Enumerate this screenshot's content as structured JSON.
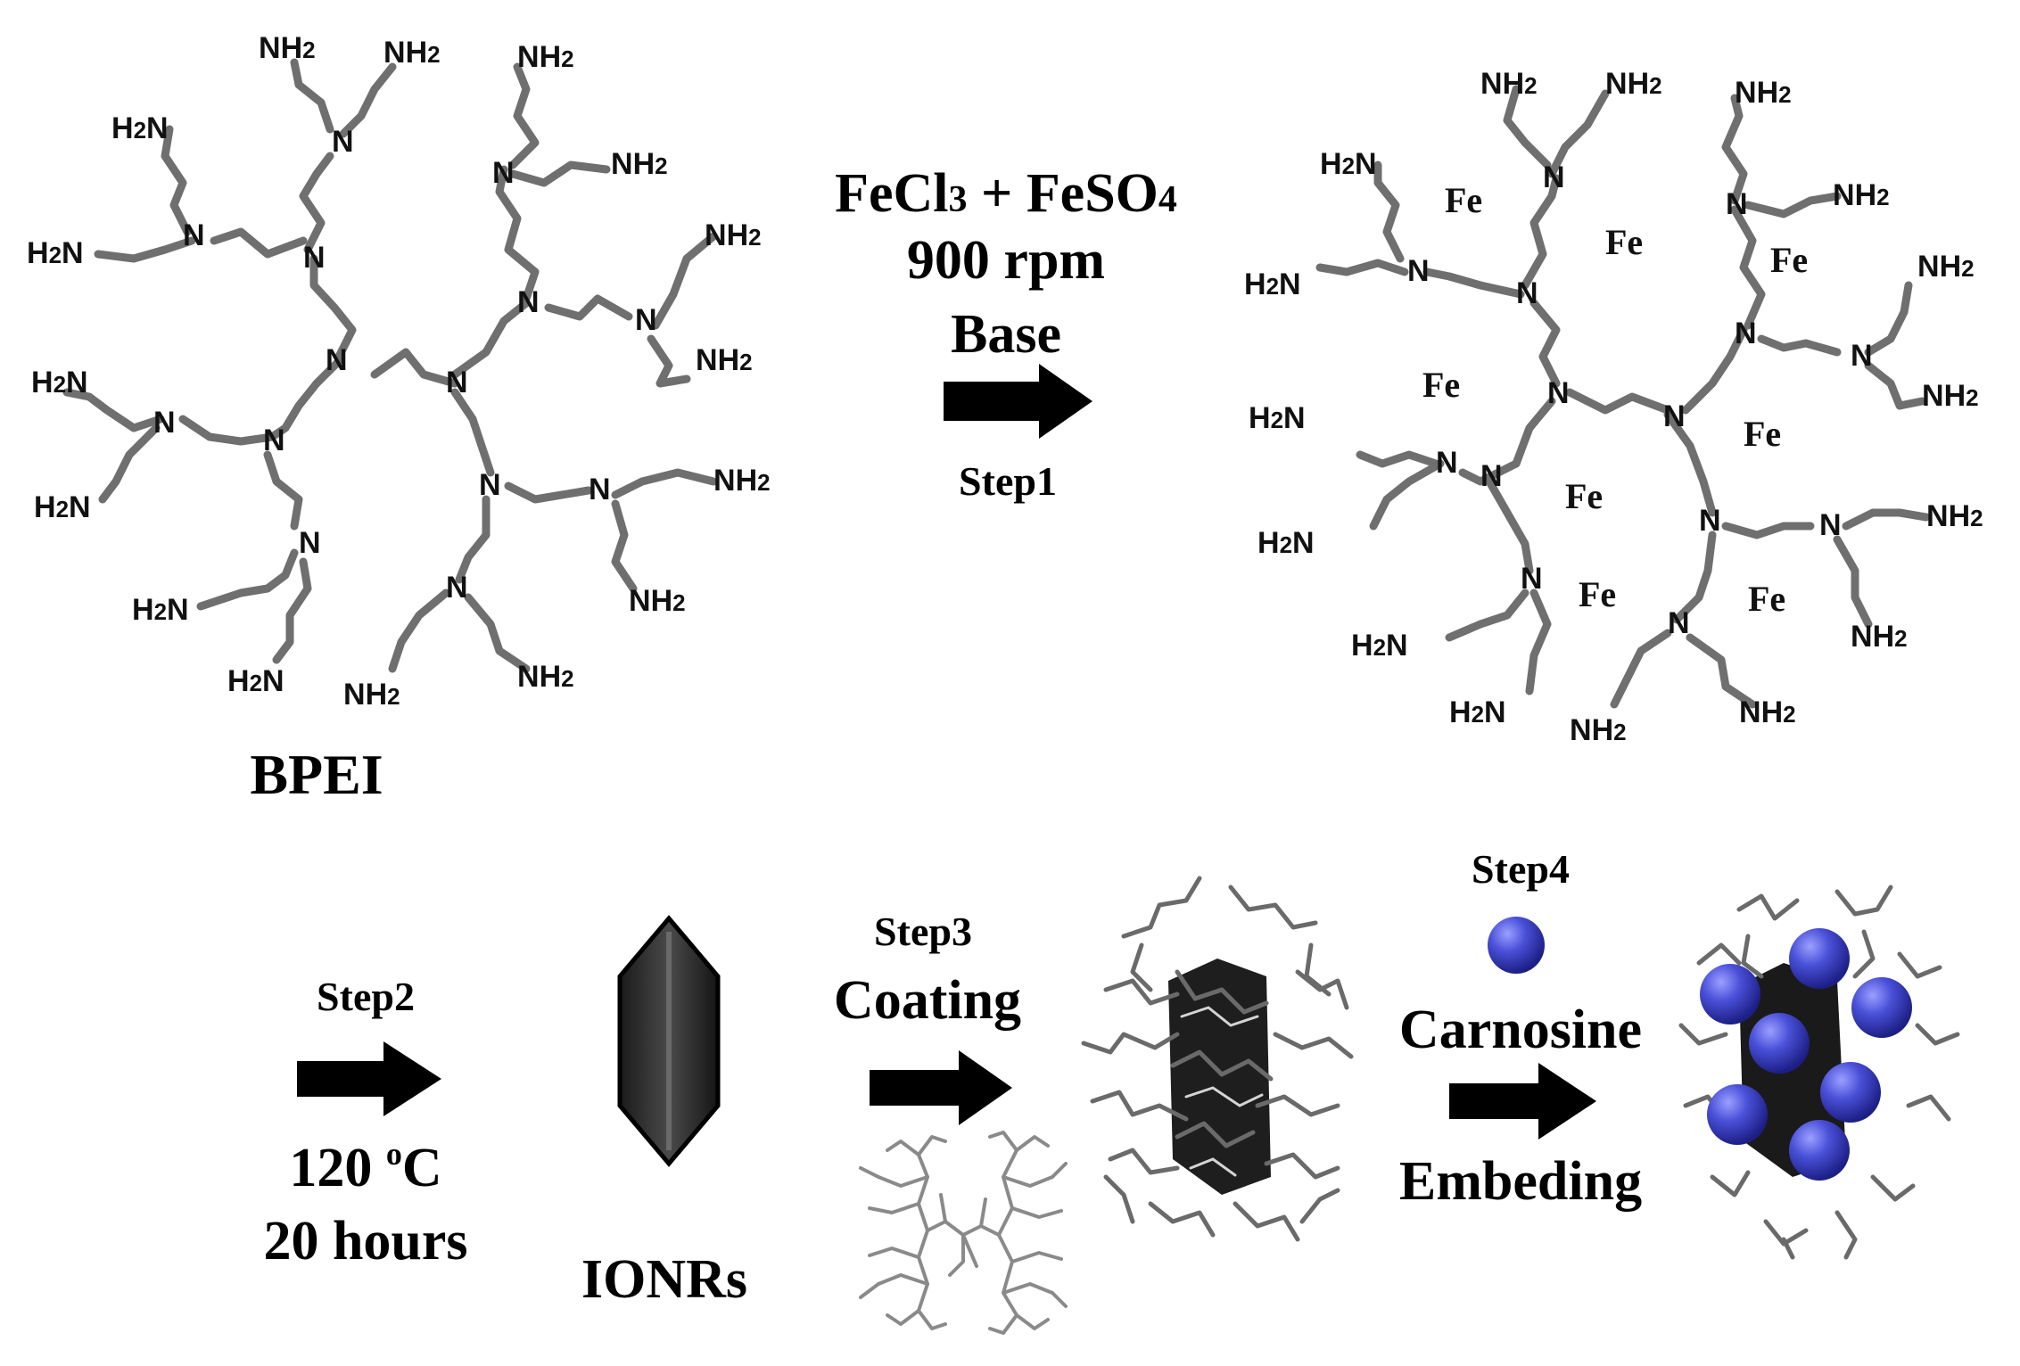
{
  "labels": {
    "bpei": "BPEI",
    "reagents": "FeCl3 + FeSO4",
    "reagent_a": "FeCl",
    "reagent_a_sub": "3",
    "reagent_b": "FeSO",
    "reagent_b_sub": "4",
    "plus": "+",
    "speed": "900 rpm",
    "base": "Base",
    "step1": "Step1",
    "step2": "Step2",
    "temp": "120",
    "temp_unit": "C",
    "temp_deg": "o",
    "time": "20 hours",
    "ionrs": "IONRs",
    "step3": "Step3",
    "coating": "Coating",
    "step4": "Step4",
    "carnosine": "Carnosine",
    "embeding": "Embeding"
  },
  "atoms": {
    "amine_terminal_right": "NH2",
    "amine_terminal_left": "H2N",
    "nitrogen": "N",
    "iron": "Fe"
  },
  "colors": {
    "bond": "#6f6f6f",
    "arrow": "#000000",
    "nanorod": "#2a2a2a",
    "carnosine_sphere": "#3b3fc4"
  }
}
